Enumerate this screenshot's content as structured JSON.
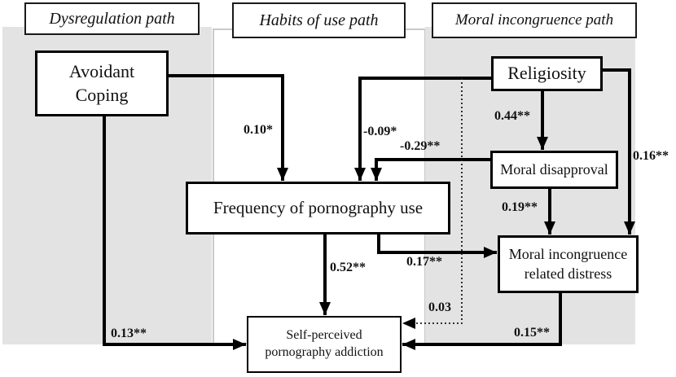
{
  "headers": {
    "dysregulation": "Dysregulation path",
    "habits": "Habits of use path",
    "moral": "Moral incongruence path"
  },
  "nodes": {
    "avoidant": {
      "lines": [
        "Avoidant",
        "Coping"
      ]
    },
    "religiosity": {
      "lines": [
        "Religiosity"
      ]
    },
    "disapproval": {
      "lines": [
        "Moral disapproval"
      ]
    },
    "frequency": {
      "lines": [
        "Frequency of pornography use"
      ]
    },
    "distress": {
      "lines": [
        "Moral incongruence",
        "related distress"
      ]
    },
    "addiction": {
      "lines": [
        "Self-perceived",
        "pornography addiction"
      ]
    }
  },
  "coefficients": {
    "avoidant_to_frequency": "0.10*",
    "religiosity_to_frequency": "-0.09*",
    "disapproval_to_frequency": "-0.29**",
    "religiosity_to_disapproval": "0.44**",
    "religiosity_to_distress": "0.16**",
    "disapproval_to_distress": "0.19**",
    "frequency_to_addiction": "0.52**",
    "frequency_to_distress": "0.17**",
    "avoidant_to_addiction": "0.13**",
    "distress_to_addiction": "0.15**",
    "religiosity_to_addiction": "0.03"
  },
  "colors": {
    "panel_gray": "#e3e3e3",
    "panel_mid_border": "#c9c9c9",
    "line": "#000000"
  }
}
